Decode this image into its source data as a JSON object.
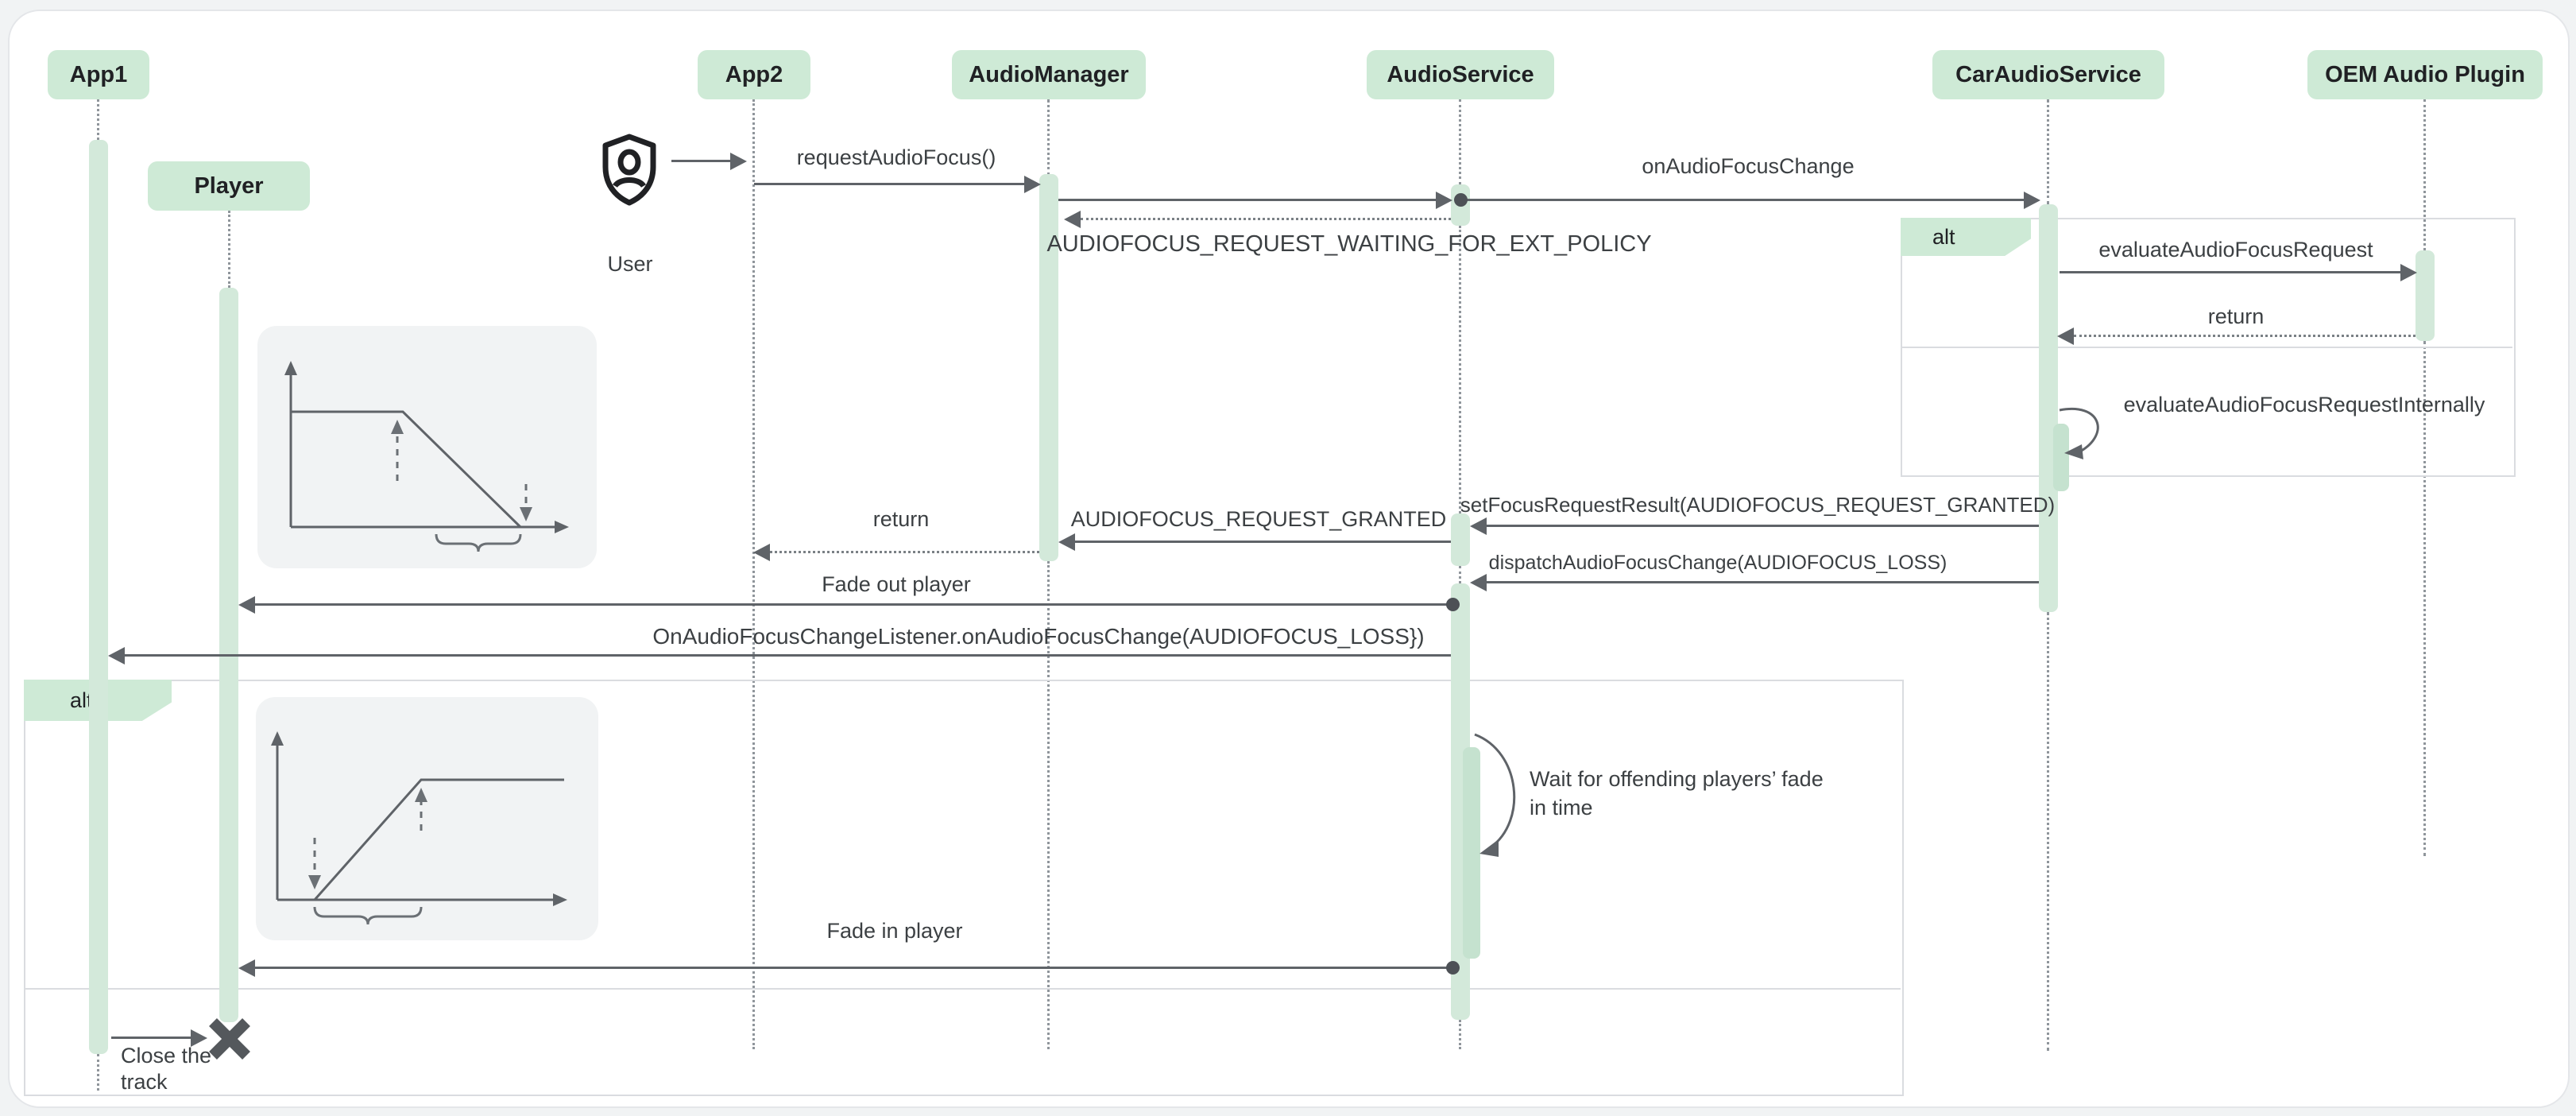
{
  "participants": [
    {
      "label": "App1"
    },
    {
      "label": "Player"
    },
    {
      "label": "App2"
    },
    {
      "label": "AudioManager"
    },
    {
      "label": "AudioService"
    },
    {
      "label": "CarAudioService"
    },
    {
      "label": "OEM Audio Plugin"
    }
  ],
  "actor": {
    "label": "User",
    "icon": "shield-user-icon"
  },
  "alt": {
    "label": "alt"
  },
  "messages": {
    "request_audio_focus": "requestAudioFocus()",
    "on_audio_focus_change": "onAudioFocusChange",
    "waiting_ext_policy": "AUDIOFOCUS_REQUEST_WAITING_FOR_EXT_POLICY",
    "evaluate_request": "evaluateAudioFocusRequest",
    "return_1": "return",
    "evaluate_internally": "evaluateAudioFocusRequestInternally",
    "set_focus_result": "setFocusRequestResult(AUDIOFOCUS_REQUEST_GRANTED)",
    "request_granted": "AUDIOFOCUS_REQUEST_GRANTED",
    "return_2": "return",
    "dispatch_change": "dispatchAudioFocusChange(AUDIOFOCUS_LOSS)",
    "fade_out_player": "Fade out player",
    "on_change_listener": "OnAudioFocusChangeListener.onAudioFocusChange(AUDIOFOCUS_LOSS})",
    "wait_note": "Wait for offending players’ fade in time",
    "fade_in_player": "Fade in player",
    "close_track": "Close the track"
  },
  "insets": {
    "fade_out": {
      "title": "Fade out player",
      "start": "Start of\nfade out",
      "end": "End of\nfade out",
      "duration": "Duration of fade out"
    },
    "fade_in": {
      "title": "Fade in player",
      "start": "Start of\nfade in",
      "end": "End of\nfade in",
      "duration": "Duration of fade in"
    }
  },
  "colors": {
    "participant_green": "#ceead6",
    "bar_green": "#d3e9da",
    "arrow_gray": "#5f6368",
    "text_gray": "#3c4043",
    "frame_border": "#dadce0",
    "inset_bg": "#f1f3f4"
  }
}
